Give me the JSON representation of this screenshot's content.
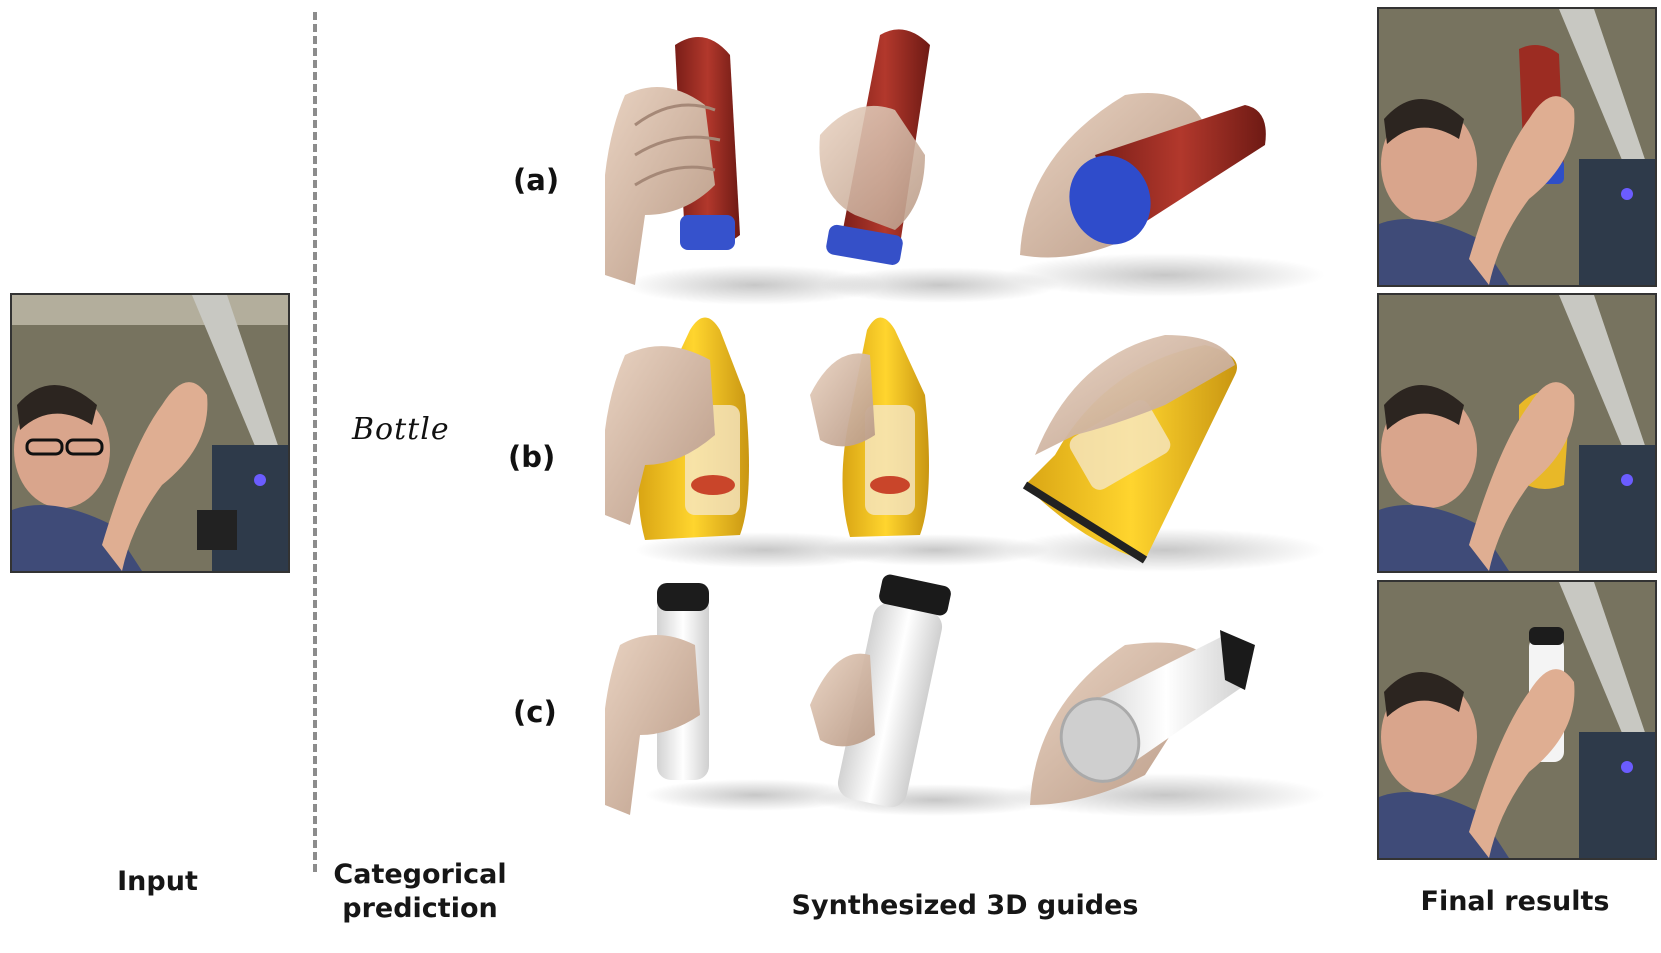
{
  "columns": {
    "input": "Input",
    "categorical_prediction": "Categorical prediction",
    "synthesized": "Synthesized 3D guides",
    "final": "Final results"
  },
  "category": "Bottle",
  "rows": [
    {
      "label": "(a)",
      "bottle_color": "#9c2c22",
      "cap_color": "#2f4fc7"
    },
    {
      "label": "(b)",
      "bottle_color": "#f2c21e",
      "cap_color": "#f0b81a"
    },
    {
      "label": "(c)",
      "bottle_color": "#f4f4f4",
      "cap_color": "#1c1c1c"
    }
  ]
}
